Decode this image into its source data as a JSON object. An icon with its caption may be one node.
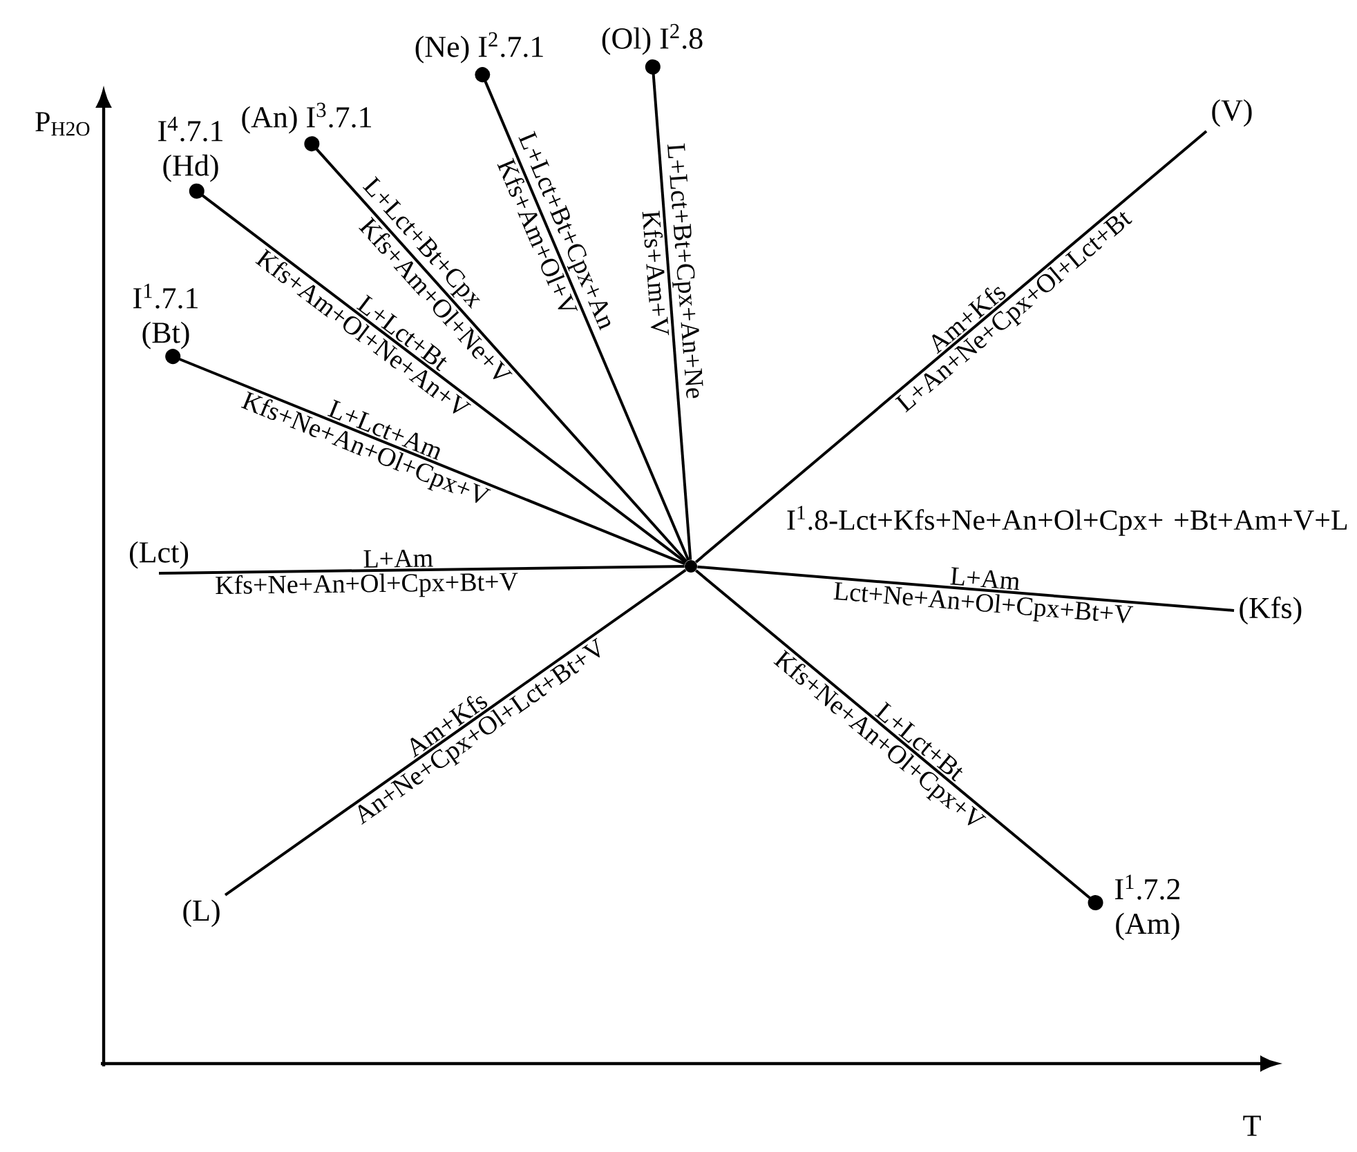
{
  "diagram": {
    "nodes": [
      {
        "text": [],
        "shape": "circle",
        "beside": [
          "I$^{1}$.8-Lct+Kfs+Ne+An+Ol+Cpx+ +Bt+Am+V+L"
        ]
      },
      {
        "text": [
          "(An)",
          "I$^{3}$.7.1"
        ]
      },
      {
        "text": [
          "(Ne)",
          "I$^{2}$.7.1"
        ]
      },
      {
        "text": [
          "(Ol)",
          "I$^{2}$.8"
        ]
      },
      {
        "text": [
          "(V)"
        ]
      },
      {
        "text": [
          "I$^{4}$.7.1",
          "(Hd)"
        ]
      },
      {
        "text": [
          "I$^{1}$.7.1",
          "(Bt)"
        ]
      },
      {
        "text": [
          "(Lct)"
        ]
      },
      {
        "text": [
          "(Kfs)"
        ]
      },
      {
        "text": [
          "(L)"
        ]
      },
      {
        "text": [
          "I$^{1}$.7.2",
          "(Am)"
        ]
      }
    ],
    "edges": [
      {
        "from": 0,
        "to": 1,
        "arrow": "other"
      },
      {
        "from": 0,
        "to": 2,
        "arrow": "other"
      },
      {
        "from": 0,
        "to": 3,
        "arrow": "other"
      },
      {
        "from": 0,
        "to": 4,
        "arrow": "none"
      },
      {
        "from": 0,
        "to": 5,
        "arrow": "other"
      },
      {
        "from": 0,
        "to": 6,
        "arrow": "other"
      },
      {
        "from": 0,
        "to": 7,
        "arrow": "none"
      },
      {
        "from": 0,
        "to": 8,
        "arrow": "none"
      },
      {
        "from": 0,
        "to": 9,
        "arrow": "none"
      },
      {
        "from": 0,
        "to": 10,
        "arrow": "other"
      }
    ],
    "labels": [
      "P$_{H2O}$",
      "L+Lct+Bt+Cpx",
      "Kfs+Am+Ol+Ne+V",
      "L+Lct+Bt+Cpx+An",
      "Kfs+Am+Ol+V",
      "L+Lct+Bt+Cpx+An+Ne",
      "Kfs+Am+V",
      "Am+Kfs",
      "L+An+Ne+Cpx+Ol+Lct+Bt",
      "L+Lct+Bt",
      "Kfs+Am+Ol+Ne+An+V",
      "L+Lct+Am",
      "Kfs+Ne+An+Ol+Cpx+V",
      "L+Am",
      "Kfs+Ne+An+Ol+Cpx+Bt+V",
      "L+Am",
      "Lct+Ne+An+Ol+Cpx+Bt+V",
      "Am+Kfs",
      "An+Ne+Cpx+Ol+Lct+Bt+V",
      "L+Lct+Bt",
      "Kfs+Ne+An+Ol+Cpx+V",
      "T"
    ]
  }
}
